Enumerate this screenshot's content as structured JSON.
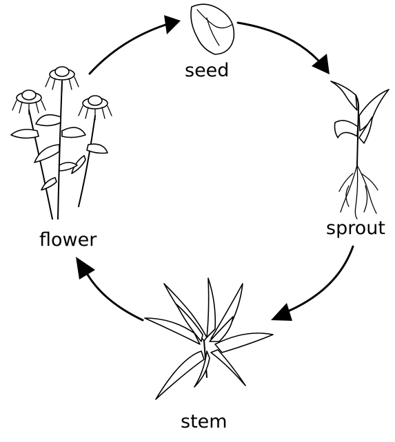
{
  "diagram": {
    "stages": [
      {
        "key": "seed",
        "label": "seed"
      },
      {
        "key": "sprout",
        "label": "sprout"
      },
      {
        "key": "stem",
        "label": "stem"
      },
      {
        "key": "flower",
        "label": "flower"
      }
    ]
  }
}
